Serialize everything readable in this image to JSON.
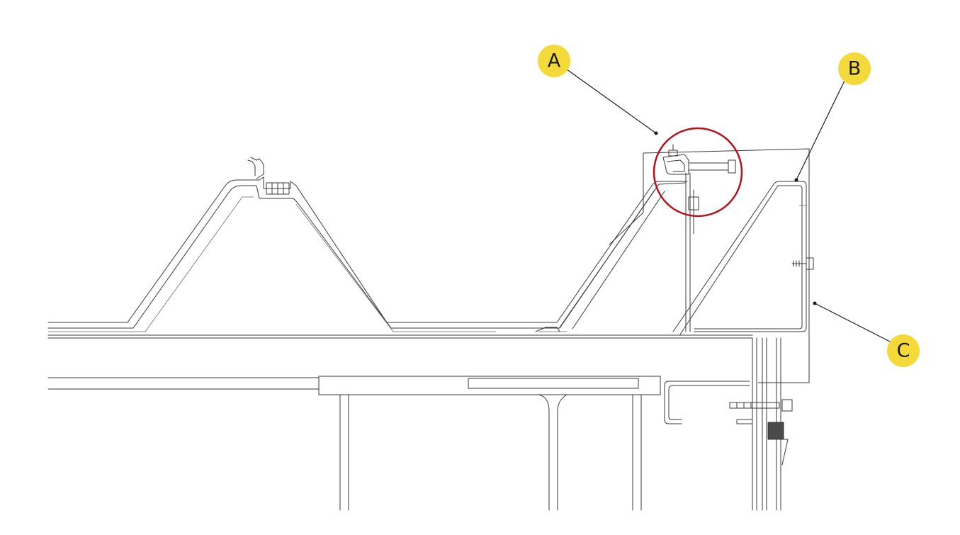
{
  "callouts": [
    {
      "id": "A",
      "label": "A",
      "color": "#f4d93a"
    },
    {
      "id": "B",
      "label": "B",
      "color": "#f4d93a"
    },
    {
      "id": "C",
      "label": "C",
      "color": "#f4d93a"
    }
  ],
  "detail_ring_color": "#b3121b",
  "line_color": "#3a3a3a"
}
